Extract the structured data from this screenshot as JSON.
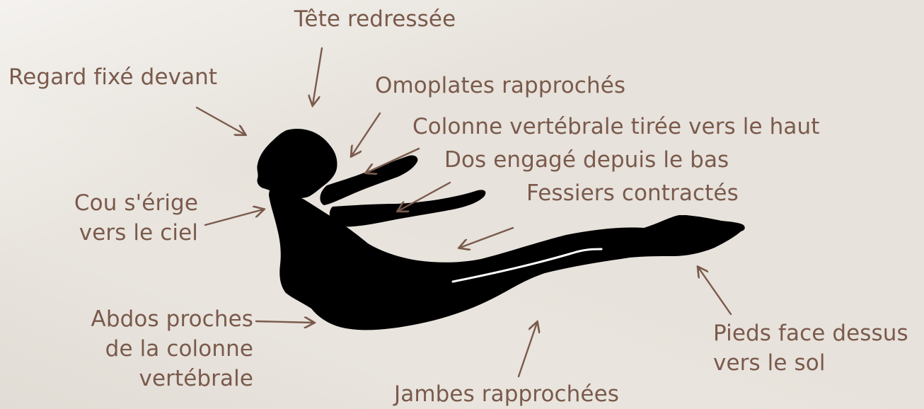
{
  "labels": {
    "head": "Tête redressée",
    "gaze": "Regard fixé devant",
    "shoulder_blades": "Omoplates rapprochés",
    "spine": "Colonne vertébrale tirée vers le haut",
    "back": "Dos engagé depuis le bas",
    "glutes": "Fessiers contractés",
    "neck": [
      "Cou s'érige",
      "vers le ciel"
    ],
    "abs": [
      "Abdos proches",
      "de la colonne",
      "vertébrale"
    ],
    "legs": "Jambes rapprochées",
    "feet": [
      "Pieds face dessus",
      "vers le sol"
    ]
  },
  "colors": {
    "text": "#7a5a4c",
    "arrow": "#7a5a4c",
    "silhouette": "#000000",
    "background": "#eeeae4"
  }
}
